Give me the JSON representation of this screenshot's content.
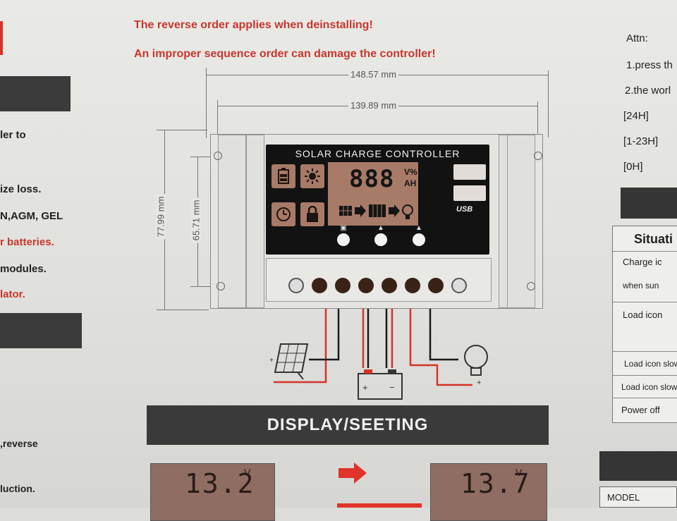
{
  "warnings": {
    "line1": "The reverse order applies when deinstalling!",
    "line2": "An improper sequence order can damage the controller!"
  },
  "left_column": {
    "snippets": [
      {
        "text": "ler to",
        "color": "#222222"
      },
      {
        "text": "ize loss.",
        "color": "#222222"
      },
      {
        "text": "N,AGM, GEL",
        "color": "#222222"
      },
      {
        "text": "r batteries.",
        "color": "#c8372d"
      },
      {
        "text": "modules.",
        "color": "#222222"
      },
      {
        "text": "lator.",
        "color": "#c8372d"
      },
      {
        "text": ",reverse",
        "color": "#222222"
      },
      {
        "text": "luction.",
        "color": "#222222"
      }
    ]
  },
  "dimensions": {
    "width_outer": "148.57 mm",
    "width_inner": "139.89 mm",
    "height_outer": "77.99 mm",
    "height_inner": "65.71 mm"
  },
  "controller": {
    "title": "SOLAR CHARGE CONTROLLER",
    "lcd_digits": "888",
    "lcd_units_top": "V%",
    "lcd_units_bottom": "AH",
    "usb_label": "USB",
    "buttons": [
      "menu-button",
      "up-button",
      "down-button"
    ]
  },
  "right_column": {
    "attn_title": "Attn:",
    "lines": [
      "1.press th",
      "2.the worl",
      "[24H]",
      "[1-23H]",
      "[0H]"
    ],
    "table": {
      "header": "Situati",
      "rows": [
        "Charge ic",
        "when sun",
        "Load icon",
        "",
        "Load icon slow",
        "Load icon slow",
        "Power off"
      ]
    },
    "model_label": "MODEL"
  },
  "display_section": {
    "header": "DISPLAY/SEETING",
    "left_value": "13.2",
    "right_value": "13.7",
    "unit": "V"
  },
  "colors": {
    "warning_red": "#c8372d",
    "lcd_bg": "#a87a68",
    "panel_black": "#121212",
    "header_dark": "#3a3a3a"
  }
}
